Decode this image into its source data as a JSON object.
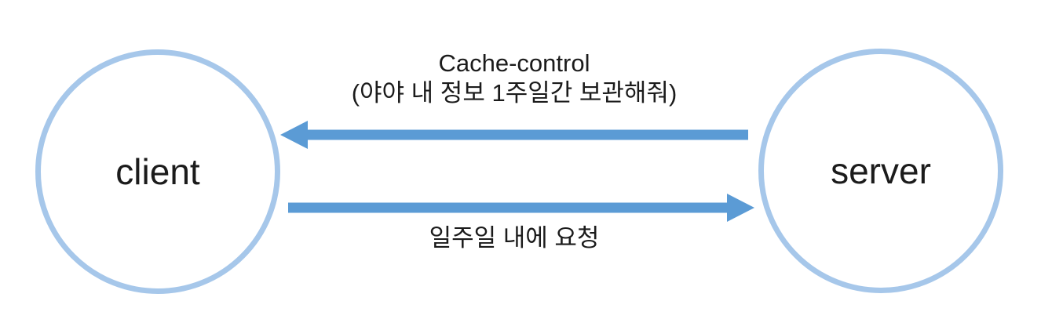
{
  "diagram": {
    "type": "sequence-communication",
    "nodes": [
      {
        "id": "client",
        "label": "client",
        "shape": "circle"
      },
      {
        "id": "server",
        "label": "server",
        "shape": "circle"
      }
    ],
    "arrows": [
      {
        "from": "server",
        "to": "client",
        "direction": "left",
        "label_line1": "Cache-control",
        "label_line2": "(야야 내 정보 1주일간 보관해줘)"
      },
      {
        "from": "client",
        "to": "server",
        "direction": "right",
        "label": "일주일 내에 요청"
      }
    ],
    "colors": {
      "arrow": "#5B9BD5",
      "node_border": "#A6C7EA",
      "text": "#1b1b1b",
      "background": "#ffffff"
    }
  }
}
